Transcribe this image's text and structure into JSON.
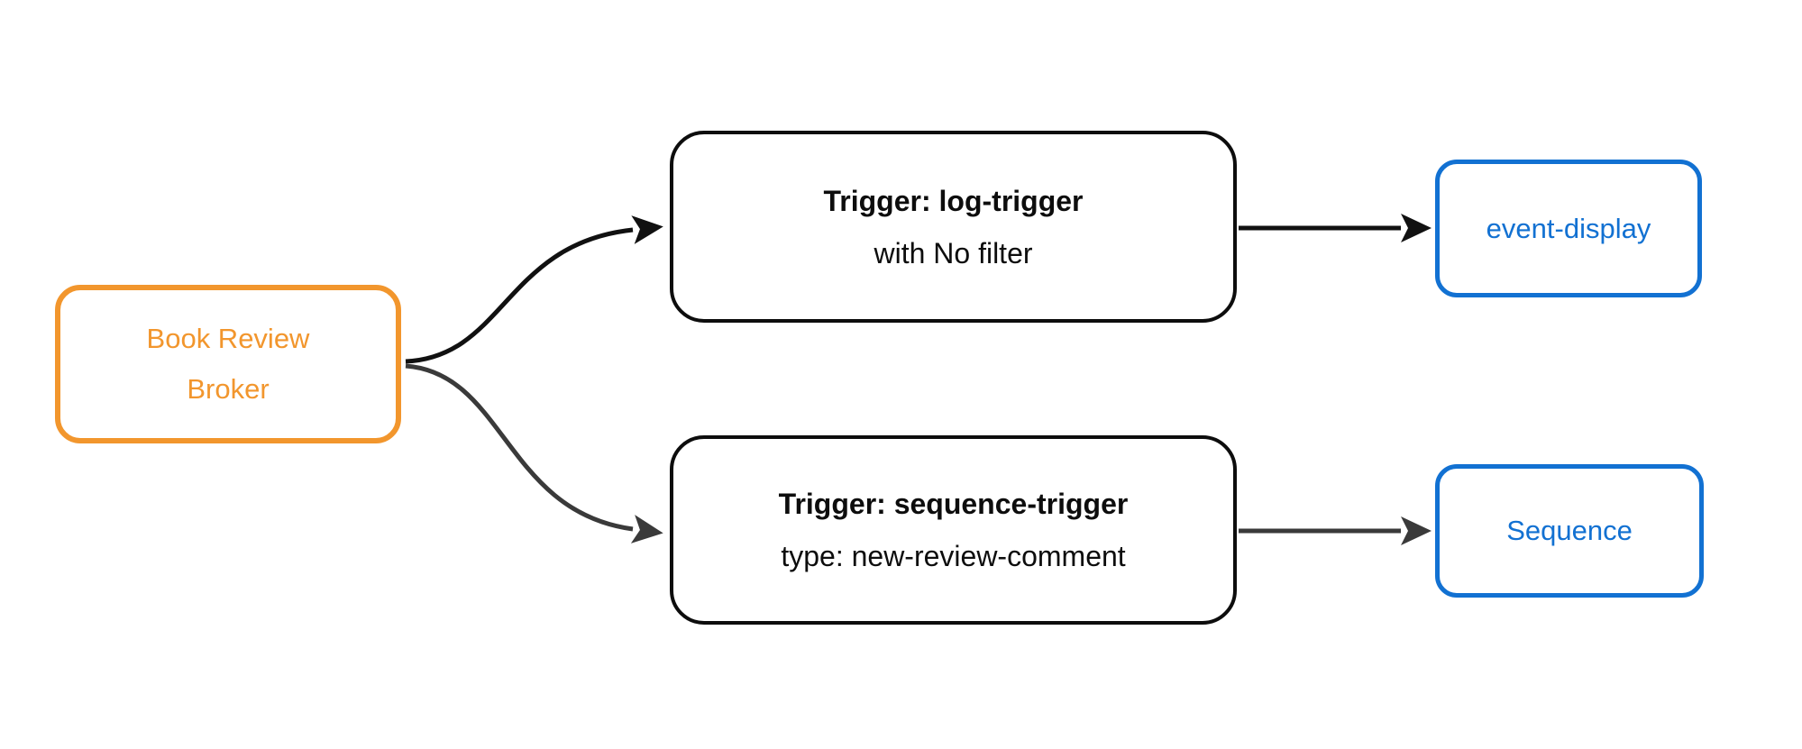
{
  "page": {
    "background": "#ffffff"
  },
  "colors": {
    "orange": "#F2962D",
    "blue": "#1271D2",
    "ink": "#0D0D0D",
    "edge_black": "#111111",
    "edge_gray": "#3A3A3A"
  },
  "diagram": {
    "type": "flowchart",
    "direction": "left-to-right",
    "nodes": {
      "broker": {
        "line1": "Book Review",
        "line2": "Broker",
        "border_color": "#F2962D",
        "text_color": "#F2962D"
      },
      "log_trigger": {
        "title": "Trigger: log-trigger",
        "subtitle": "with No filter",
        "border_color": "#0D0D0D",
        "text_color": "#0D0D0D"
      },
      "sequence_trigger": {
        "title": "Trigger: sequence-trigger",
        "subtitle": "type: new-review-comment",
        "border_color": "#0D0D0D",
        "text_color": "#0D0D0D"
      },
      "event_display": {
        "label": "event-display",
        "border_color": "#1271D2",
        "text_color": "#1271D2"
      },
      "sequence": {
        "label": "Sequence",
        "border_color": "#1271D2",
        "text_color": "#1271D2"
      }
    },
    "edges": [
      {
        "from": "broker",
        "to": "log_trigger",
        "style": "curved",
        "color": "#111111"
      },
      {
        "from": "broker",
        "to": "sequence_trigger",
        "style": "curved",
        "color": "#3A3A3A"
      },
      {
        "from": "log_trigger",
        "to": "event_display",
        "style": "straight",
        "color": "#111111"
      },
      {
        "from": "sequence_trigger",
        "to": "sequence",
        "style": "straight",
        "color": "#3A3A3A"
      }
    ]
  }
}
